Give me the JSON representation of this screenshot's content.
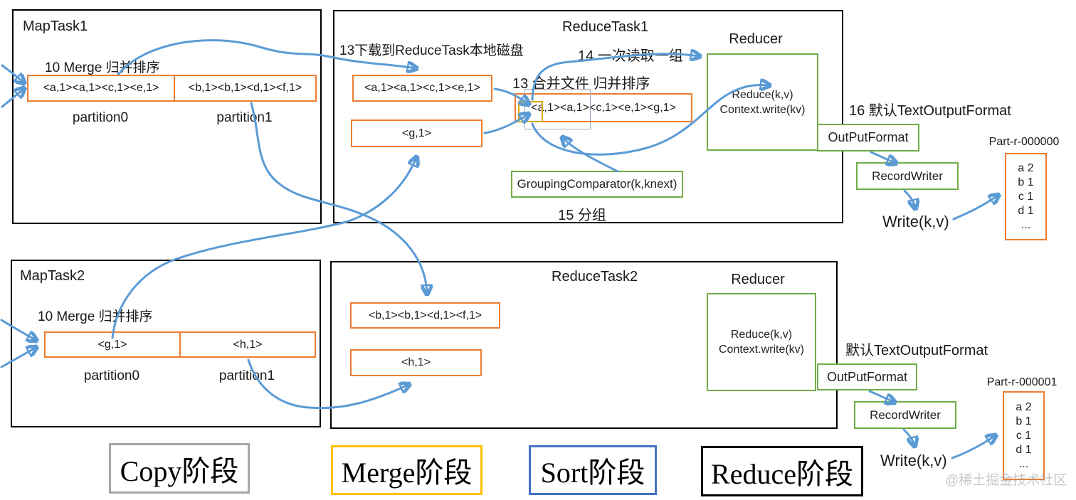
{
  "diagram": {
    "map_task1": {
      "title": "MapTask1",
      "merge_label": "10 Merge 归并排序",
      "partition0": {
        "value": "<a,1><a,1><c,1><e,1>",
        "label": "partition0"
      },
      "partition1": {
        "value": "<b,1><b,1><d,1><f,1>",
        "label": "partition1"
      }
    },
    "map_task2": {
      "title": "MapTask2",
      "merge_label": "10 Merge 归并排序",
      "partition0": {
        "value": "<g,1>",
        "label": "partition0"
      },
      "partition1": {
        "value": "<h,1>",
        "label": "partition1"
      }
    },
    "reduce_task1": {
      "title": "ReduceTask1",
      "download_label": "13下载到ReduceTask本地磁盘",
      "read_label": "14 一次读取一组",
      "merge_sort_label": "13 合并文件 归并排序",
      "spill0": "<a,1><a,1><c,1><e,1>",
      "spill1": "<g,1>",
      "merged": "<a,1><a,1><c,1><e,1><g,1>",
      "grouping_comparator": "GroupingComparator(k,knext)",
      "group_label": "15 分组",
      "reducer_title": "Reducer",
      "reducer_line1": "Reduce(k,v)",
      "reducer_line2": "Context.write(kv)",
      "output_format_label": "16 默认TextOutputFormat",
      "output_format": "OutPutFormat",
      "record_writer": "RecordWriter",
      "write_label": "Write(k,v)",
      "part_file": {
        "title": "Part-r-000000",
        "rows": [
          "a 2",
          "b 1",
          "c 1",
          "d 1",
          "..."
        ]
      }
    },
    "reduce_task2": {
      "title": "ReduceTask2",
      "spill0": "<b,1><b,1><d,1><f,1>",
      "spill1": "<h,1>",
      "reducer_title": "Reducer",
      "reducer_line1": "Reduce(k,v)",
      "reducer_line2": "Context.write(kv)",
      "output_format_label": "默认TextOutputFormat",
      "output_format": "OutPutFormat",
      "record_writer": "RecordWriter",
      "write_label": "Write(k,v)",
      "part_file": {
        "title": "Part-r-000001",
        "rows": [
          "a 2",
          "b 1",
          "c 1",
          "d 1",
          "..."
        ]
      }
    },
    "stages": [
      {
        "label": "Copy阶段",
        "border": "#A6A6A6"
      },
      {
        "label": "Merge阶段",
        "border": "#FFC000"
      },
      {
        "label": "Sort阶段",
        "border": "#4472C4"
      },
      {
        "label": "Reduce阶段",
        "border": "#000000"
      }
    ],
    "watermark": "@稀土掘金技术社区",
    "colors": {
      "box_orange": "#ED7D31",
      "box_green": "#70AD47",
      "arrow_blue": "#5B9BD5",
      "highlight_yellow": "#D8A800",
      "selection_gray": "#9AA7BD"
    }
  }
}
